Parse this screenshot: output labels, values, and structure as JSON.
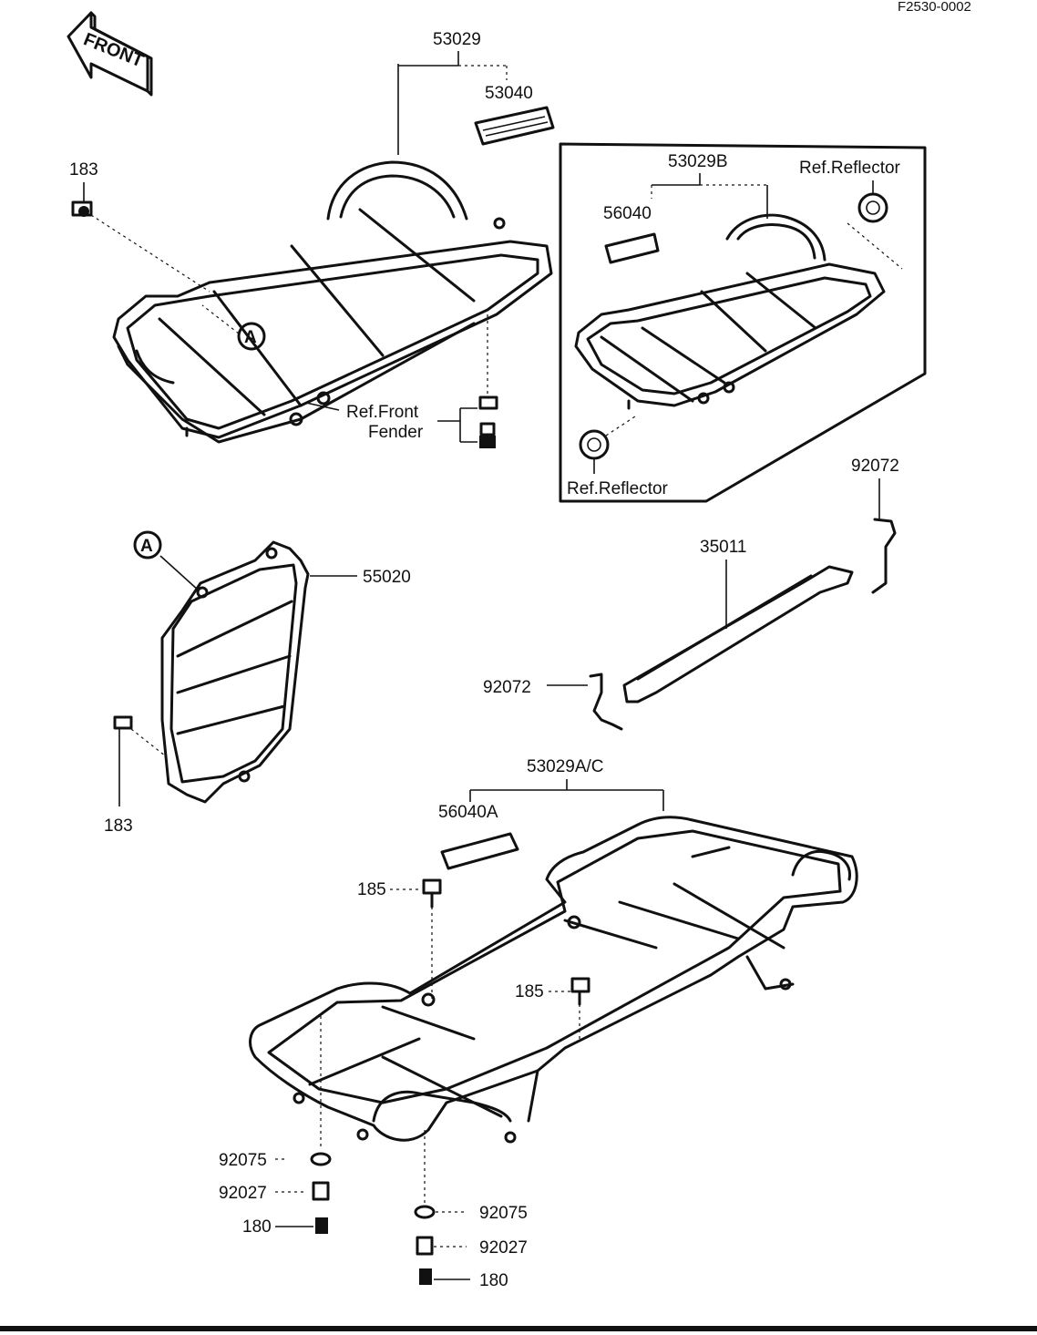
{
  "labels": {
    "drawing_code": "F2530-0002",
    "front": "FRONT",
    "rear_carrier": "53029",
    "rear_emblem": "53040",
    "carrier_b": "53029B",
    "carrier_b_emblem": "56040",
    "reflector_top": "Ref.Reflector",
    "reflector_bottom": "Ref.Reflector",
    "bolt_183_top": "183",
    "bolt_183_bottom": "183",
    "ref_a_top": "A",
    "ref_a_guard": "A",
    "front_fender_1": "Ref.Front",
    "front_fender_2": "Fender",
    "guard": "55020",
    "strap_top": "92072",
    "stay": "35011",
    "strap_left": "92072",
    "front_carrier": "53029A/C",
    "front_emblem": "56040A",
    "bolt_185_left": "185",
    "bolt_185_right": "185",
    "washer_left": "92075",
    "grommet_left": "92027",
    "bolt_180_left": "180",
    "washer_right": "92075",
    "grommet_right": "92027",
    "bolt_180_right": "180"
  }
}
